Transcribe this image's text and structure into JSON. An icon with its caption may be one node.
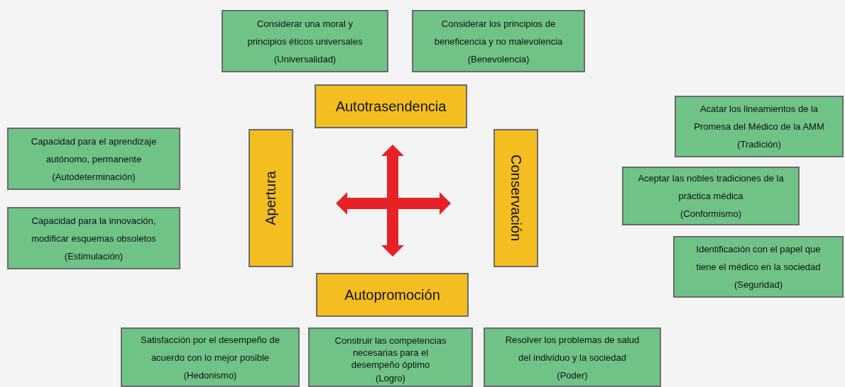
{
  "diagram": {
    "nodes": [
      {
        "text": [
          "Considerar una moral y principios éticos universales",
          "(Universalidad)"
        ]
      },
      {
        "text": [
          "Considerar los principios de beneficencia y no malevolencia",
          "(Benevolencia)"
        ]
      },
      {
        "text": [
          "Autotrasendencia"
        ]
      },
      {
        "text": [
          "Acatar los lineamientos de la Promesa del Médico de la AMM",
          "(Tradición)"
        ]
      },
      {
        "text": [
          "Capacidad para el aprendizaje autónomo, permanente",
          "(Autodeterminación)"
        ]
      },
      {
        "text": [
          "Apertura"
        ]
      },
      {
        "text": [
          "Conservación"
        ]
      },
      {
        "text": [
          "Aceptar las nobles tradiciones de la práctica médica",
          "(Conformismo)"
        ]
      },
      {
        "text": [
          "Capacidad para la innovación, modificar esquemas obsoletos",
          "(Estimulación)"
        ]
      },
      {
        "text": [
          "Identificación con el papel que tiene el médico en la sociedad",
          "(Seguridad)"
        ]
      },
      {
        "text": [
          "Autopromoción"
        ]
      },
      {
        "text": [
          "Satisfacción por el desempeño de acuerdo con lo mejor posible",
          "(Hedonismo)"
        ]
      },
      {
        "text": [
          "Construir las competencias necesarias para el desempeño óptimo",
          "(Logro)"
        ]
      },
      {
        "text": [
          "Resolver los problemas de salud del individuo y la sociedad",
          "(Poder)"
        ]
      }
    ],
    "edges": [
      {
        "from": 5,
        "to": 6,
        "arrow": "both"
      },
      {
        "from": 2,
        "to": 10,
        "arrow": "both"
      }
    ]
  }
}
